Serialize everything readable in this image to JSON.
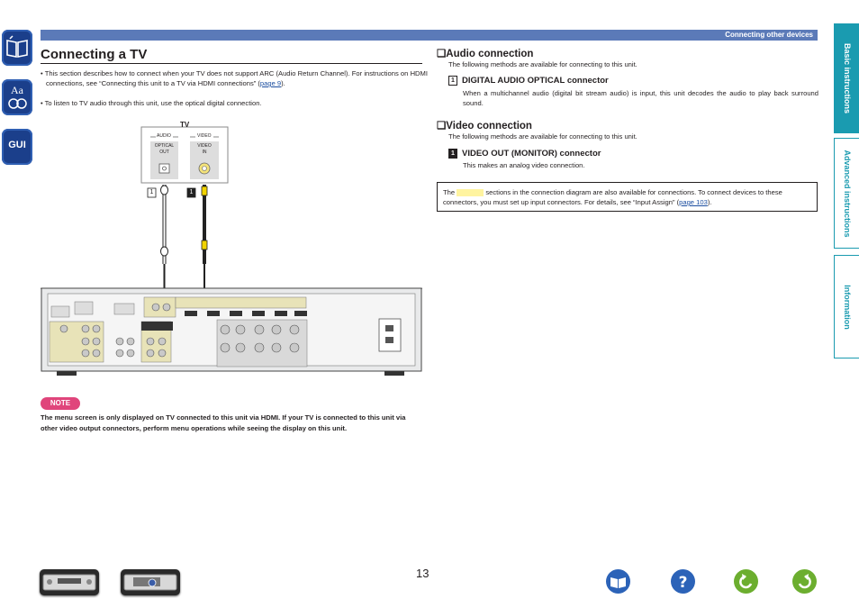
{
  "header": {
    "section_label": "Connecting other devices"
  },
  "side_tabs": [
    {
      "label": "Basic instructions",
      "active": true
    },
    {
      "label": "Advanced instructions",
      "active": false
    },
    {
      "label": "Information",
      "active": false
    }
  ],
  "left_icons": [
    {
      "icon": "book-contents-icon"
    },
    {
      "icon": "index-icon",
      "text": "Aa"
    },
    {
      "icon": "gui-icon",
      "text": "GUI"
    }
  ],
  "page": {
    "title": "Connecting a TV",
    "bullets": [
      {
        "text_before": "This section describes how to connect when your TV does not support ARC (Audio Return Channel). For instructions on HDMI connections, see “Connecting this unit to a TV via HDMI connections” (",
        "link": "page 9",
        "text_after": ")."
      },
      {
        "text": "To listen to TV audio through this unit, use the optical digital connection."
      }
    ]
  },
  "diagram": {
    "tv_label": "TV",
    "audio_label": "AUDIO",
    "video_label": "VIDEO",
    "optical_label_1": "OPTICAL",
    "optical_label_2": "OUT",
    "video_in_label_1": "VIDEO",
    "video_in_label_2": "IN",
    "marker_1": "1",
    "marker_2": "1"
  },
  "audio_connection": {
    "heading": "❑Audio connection",
    "intro": "The following methods are available for connecting to this unit.",
    "item_num": "1",
    "item_title": "DIGITAL AUDIO OPTICAL connector",
    "item_desc": "When a multichannel audio (digital bit stream audio) is input, this unit decodes the audio to play back surround sound."
  },
  "video_connection": {
    "heading": "❑Video connection",
    "intro": "The following methods are available for connecting to this unit.",
    "item_num": "1",
    "item_title": "VIDEO OUT (MONITOR) connector",
    "item_desc": "This makes an analog video connection."
  },
  "info_box": {
    "text_before": "The",
    "text_middle": "sections in the connection diagram are also available for connections. To connect devices to these connectors, you must set up input connectors. For details, see “Input Assign” (",
    "link": "page 103",
    "text_after": ")."
  },
  "note": {
    "badge": "NOTE",
    "text": "The menu screen is only displayed on TV connected to this unit via HDMI. If your TV is connected to this unit via other video output connectors, perform menu operations while seeing the display on this unit."
  },
  "footer": {
    "page_number": "13",
    "nav_icons": [
      "front-panel-icon",
      "remote-control-icon",
      "contents-book-icon",
      "help-icon",
      "back-icon",
      "forward-icon"
    ]
  },
  "colors": {
    "header_bar": "#5b7ab8",
    "tab_accent": "#1a9bb0",
    "note_badge": "#e0457b",
    "left_icon": "#1b3f8b"
  }
}
